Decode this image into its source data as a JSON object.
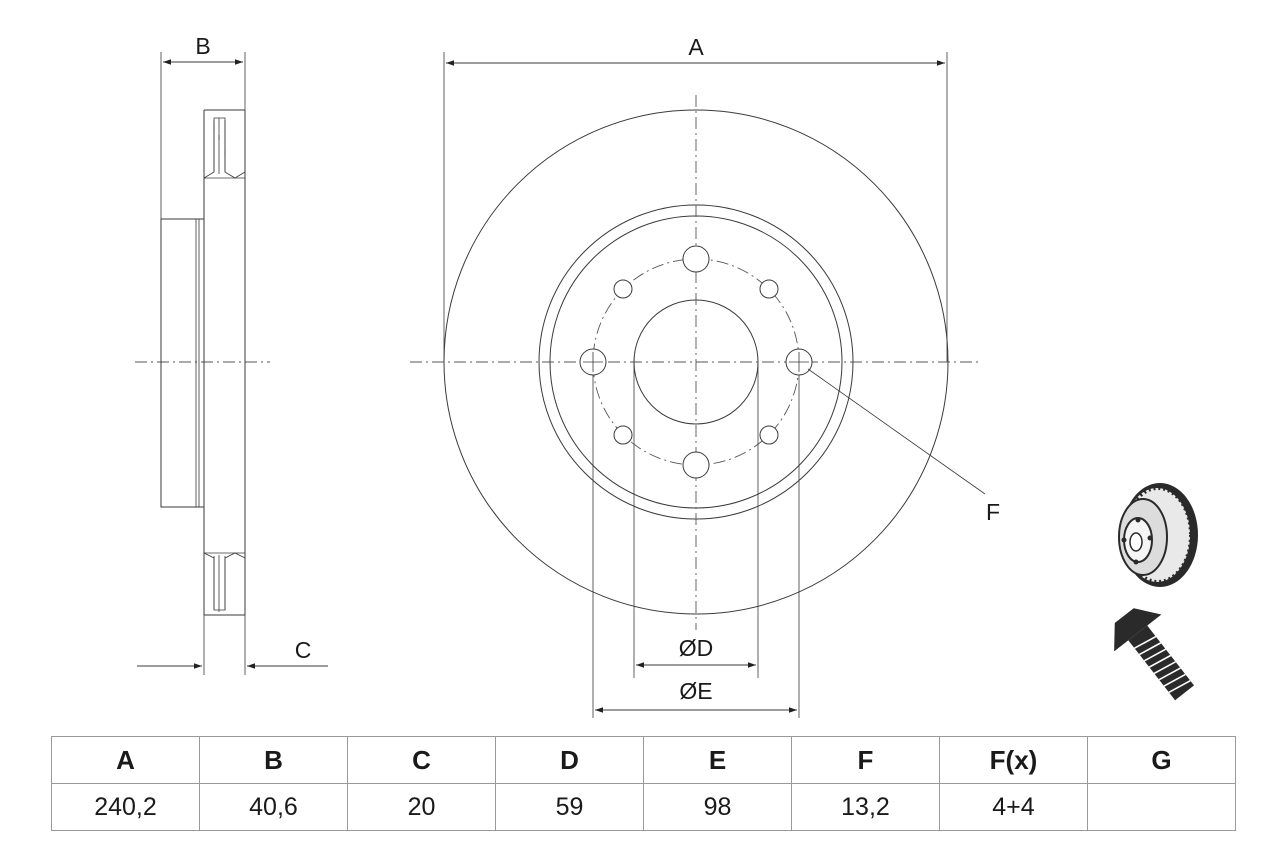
{
  "diagram": {
    "labels": {
      "dim_a": "A",
      "dim_b": "B",
      "dim_c": "C",
      "dim_d": "ØD",
      "dim_e": "ØE",
      "dim_f": "F"
    },
    "icons": {
      "disc_thumbnail": "brake-disc-icon",
      "screw_thumbnail": "screw-icon"
    }
  },
  "table": {
    "headers": [
      "A",
      "B",
      "C",
      "D",
      "E",
      "F",
      "F(x)",
      "G"
    ],
    "values": [
      "240,2",
      "40,6",
      "20",
      "59",
      "98",
      "13,2",
      "4+4",
      ""
    ]
  }
}
